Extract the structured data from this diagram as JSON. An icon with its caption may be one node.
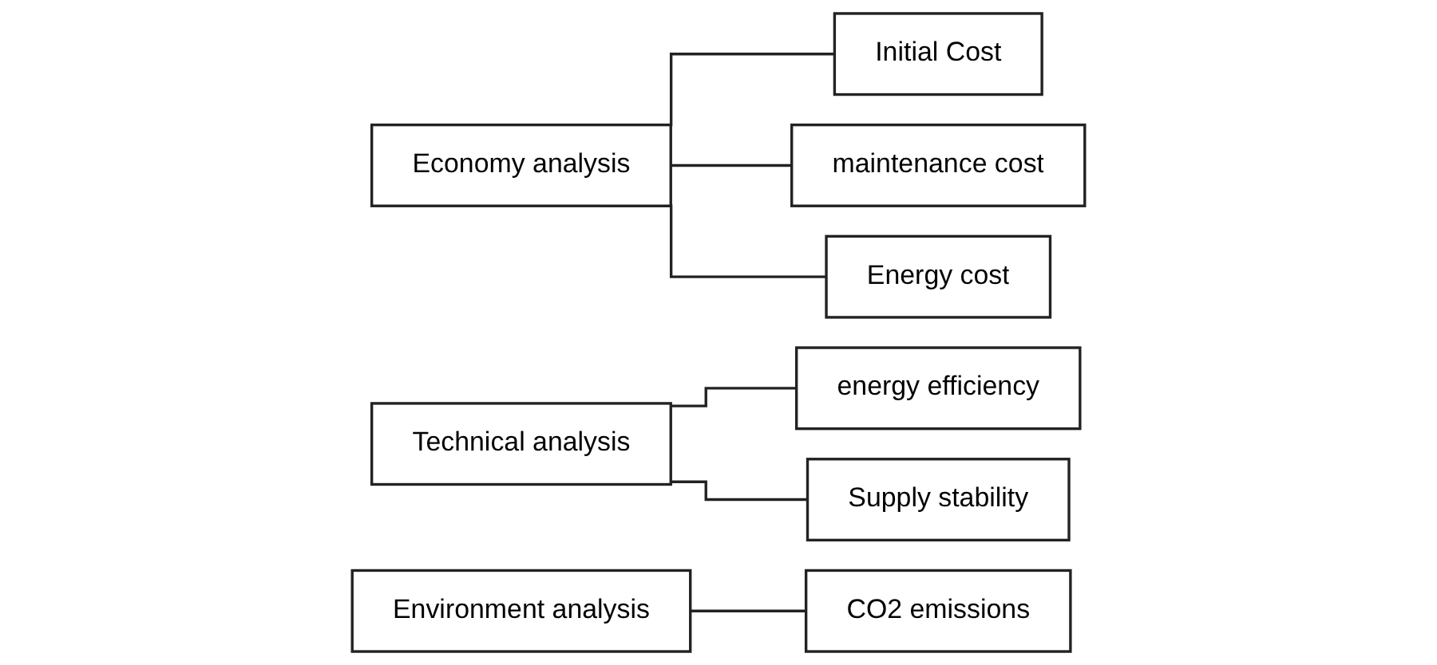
{
  "diagram": {
    "nodes": [
      {
        "text": [
          "Economy analysis"
        ]
      },
      {
        "text": [
          "Initial Cost"
        ]
      },
      {
        "text": [
          "maintenance cost"
        ]
      },
      {
        "text": [
          "Energy cost"
        ]
      },
      {
        "text": [
          "Technical analysis"
        ]
      },
      {
        "text": [
          "energy efficiency"
        ]
      },
      {
        "text": [
          "Supply stability"
        ]
      },
      {
        "text": [
          "Environment analysis"
        ]
      },
      {
        "text": [
          "CO2 emissions"
        ]
      }
    ],
    "edges": [
      {
        "from": 0,
        "to": 1,
        "arrow": "none"
      },
      {
        "from": 0,
        "to": 2,
        "arrow": "none"
      },
      {
        "from": 0,
        "to": 3,
        "arrow": "none"
      },
      {
        "from": 4,
        "to": 5,
        "arrow": "none"
      },
      {
        "from": 4,
        "to": 6,
        "arrow": "none"
      },
      {
        "from": 7,
        "to": 8,
        "arrow": "none"
      }
    ]
  }
}
